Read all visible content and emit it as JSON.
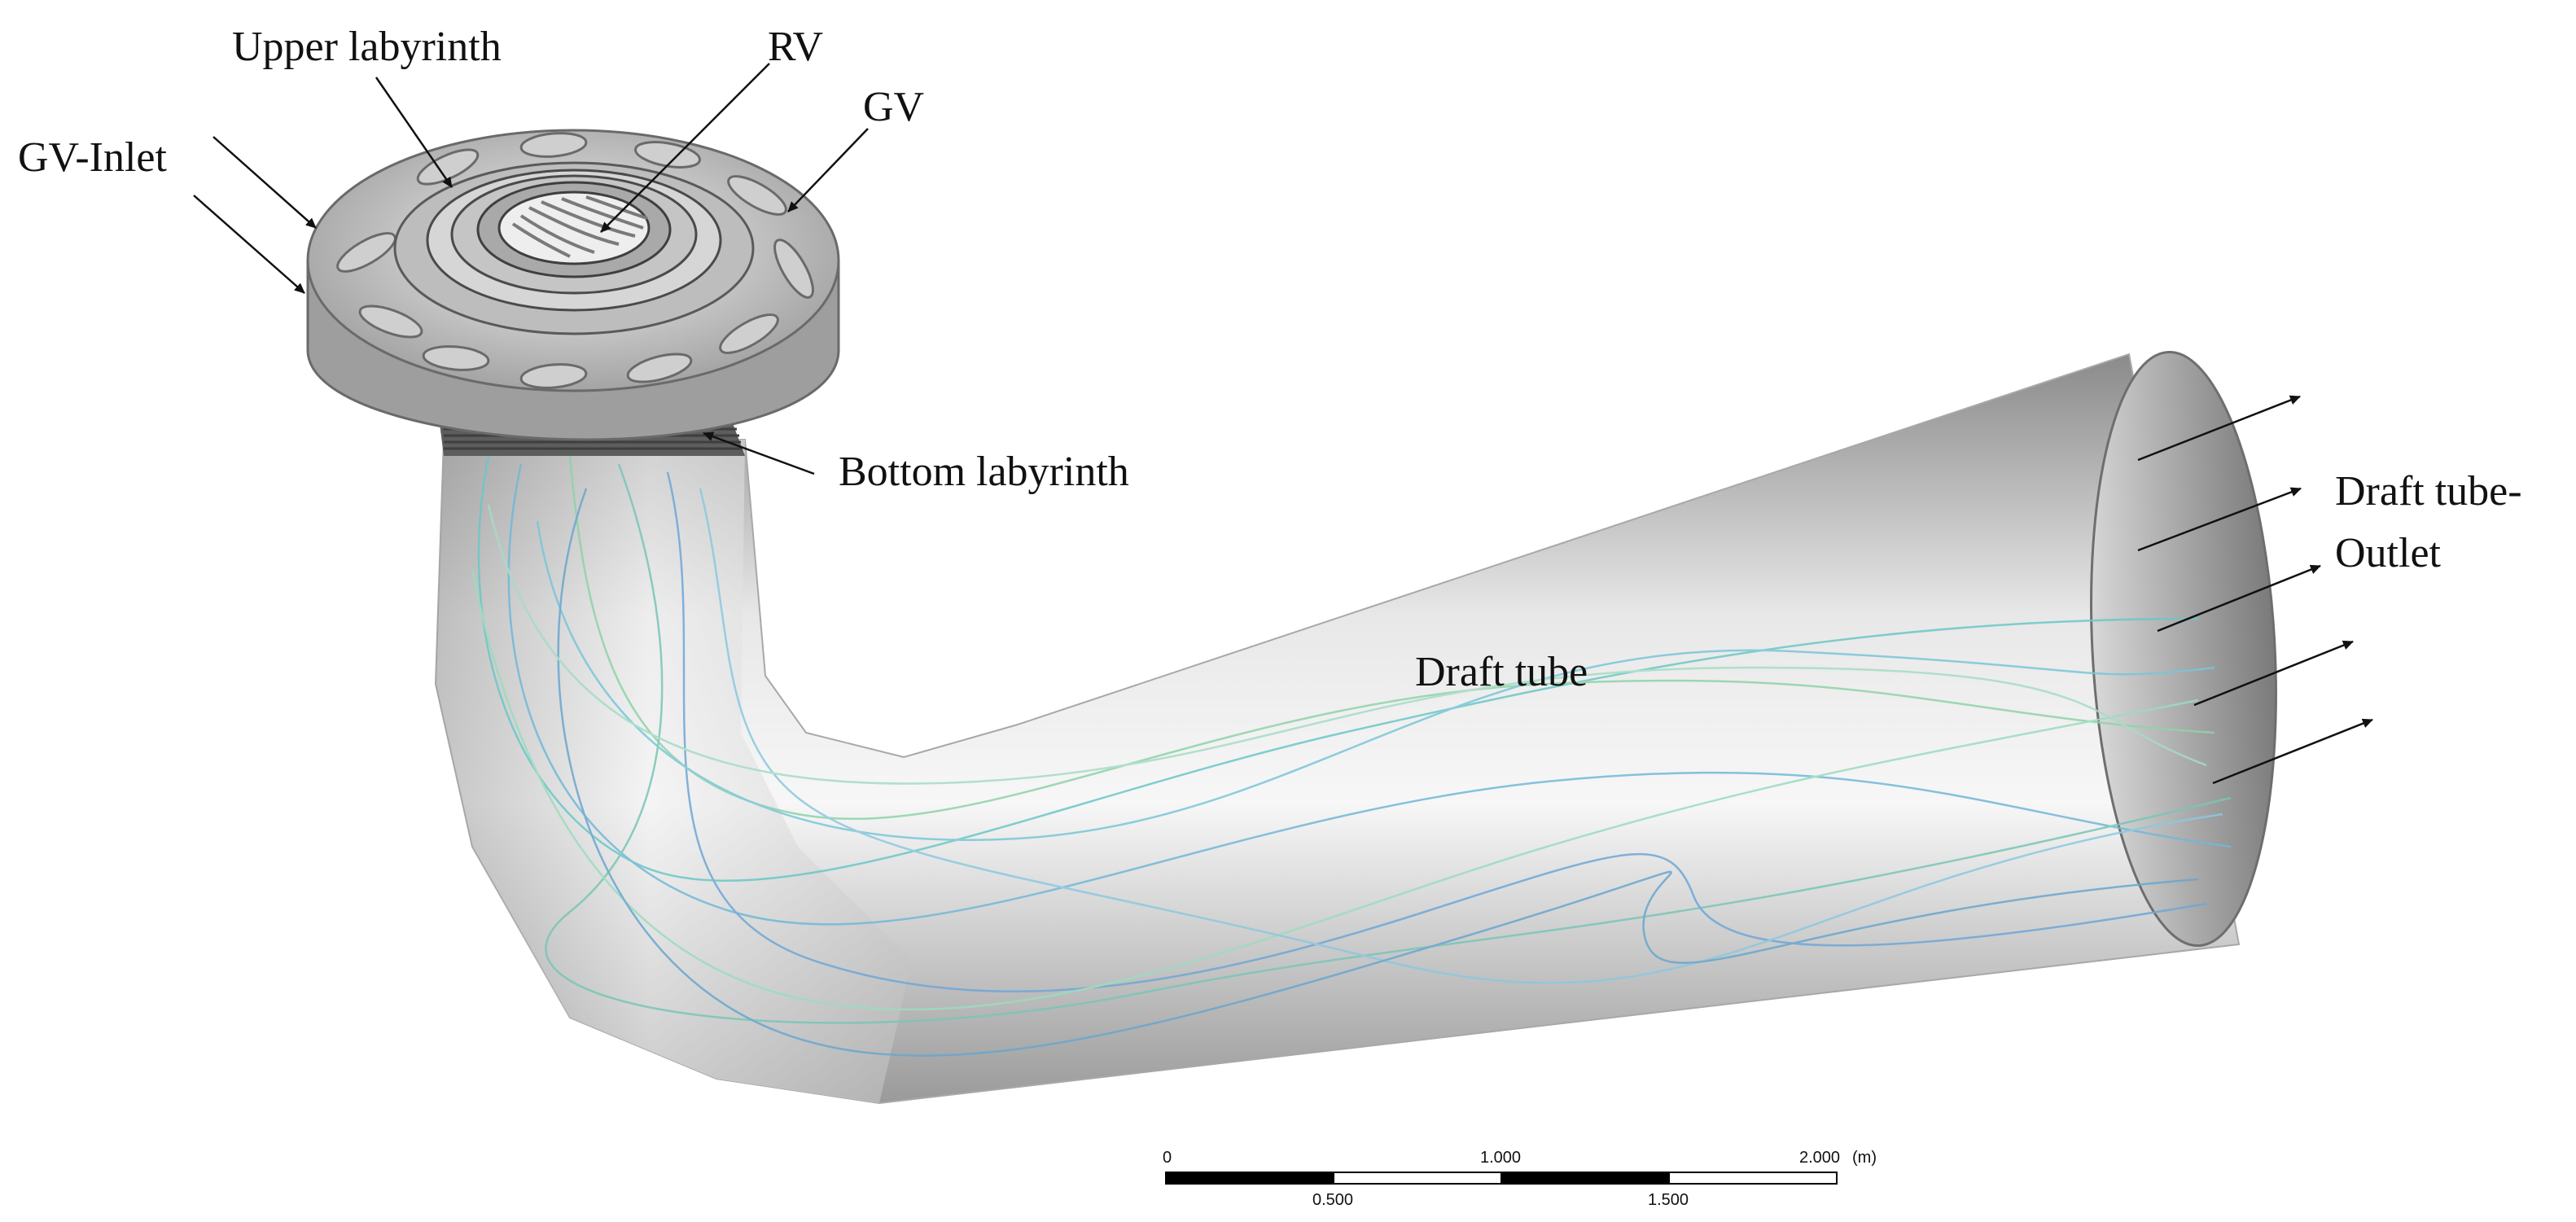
{
  "labels": {
    "upper_labyrinth": "Upper labyrinth",
    "rv": "RV",
    "gv": "GV",
    "gv_inlet": "GV-Inlet",
    "bottom_labyrinth": "Bottom labyrinth",
    "draft_tube": "Draft tube",
    "draft_tube_outlet_line1": "Draft tube-",
    "draft_tube_outlet_line2": "Outlet"
  },
  "scale_bar": {
    "tick_0": "0",
    "tick_0500": "0.500",
    "tick_1000": "1.000",
    "tick_1500": "1.500",
    "tick_2000": "2.000",
    "unit": "(m)"
  }
}
